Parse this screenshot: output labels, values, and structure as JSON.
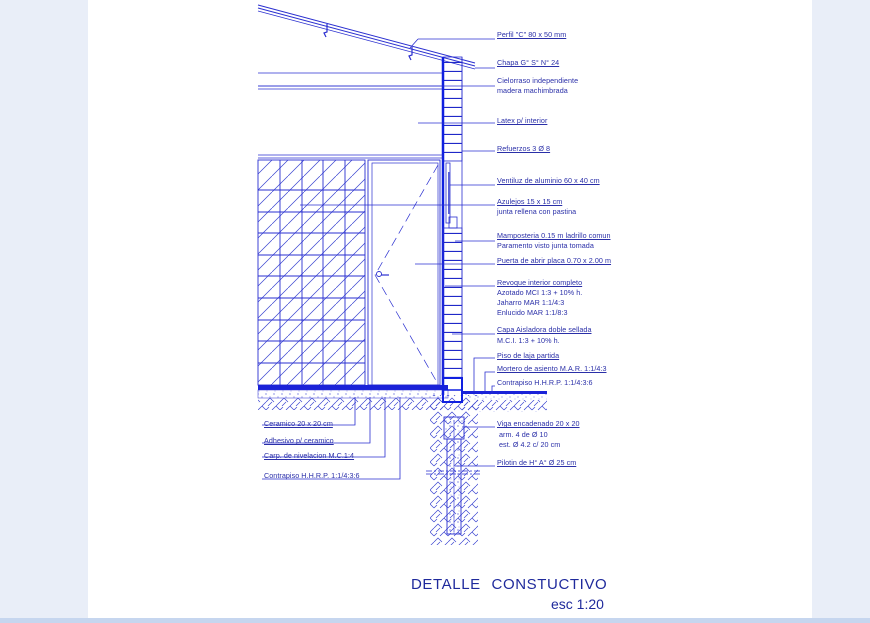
{
  "drawing": {
    "title": "DETALLE   CONSTUCTIVO",
    "scale": "esc 1:20",
    "colors": {
      "line": "#2a2fd0",
      "heavy_line": "#1020e0",
      "text": "#2a2fa8",
      "page_bg": "#ffffff",
      "outer_bg": "#e9eef8",
      "bottom_strip": "#c6d6ef"
    },
    "right_labels": [
      {
        "id": "perfil",
        "text": "Perfil \"C\" 80 x 50 mm"
      },
      {
        "id": "chapa",
        "text": "Chapa G° S° N° 24"
      },
      {
        "id": "cielorraso_1",
        "text": "Cielorraso independiente"
      },
      {
        "id": "cielorraso_2",
        "text": "madera machimbrada"
      },
      {
        "id": "latex",
        "text": "Latex p/ interior"
      },
      {
        "id": "refuerzos",
        "text": "Refuerzos 3 Ø 8"
      },
      {
        "id": "ventiluz",
        "text": "Ventiluz de aluminio 60 x 40 cm"
      },
      {
        "id": "azulejos_1",
        "text": "Azulejos 15 x 15 cm"
      },
      {
        "id": "azulejos_2",
        "text": "junta rellena con pastina"
      },
      {
        "id": "mamposteria_1",
        "text": "Mamposteria 0.15 m ladrillo comun"
      },
      {
        "id": "mamposteria_2",
        "text": "Paramento visto junta tomada"
      },
      {
        "id": "puerta",
        "text": "Puerta de abrir placa 0.70 x 2.00 m"
      },
      {
        "id": "revoque_1",
        "text": "Revoque interior completo"
      },
      {
        "id": "revoque_2",
        "text": "Azotado MCI 1:3 + 10% h."
      },
      {
        "id": "revoque_3",
        "text": "Jaharro MAR 1:1/4:3"
      },
      {
        "id": "revoque_4",
        "text": "Enlucido MAR 1:1/8:3"
      },
      {
        "id": "capa_1",
        "text": "Capa Aisladora doble sellada"
      },
      {
        "id": "capa_2",
        "text": "M.C.I. 1:3 + 10% h."
      },
      {
        "id": "piso",
        "text": "Piso de laja partida"
      },
      {
        "id": "mortero",
        "text": "Mortero de asiento M.A.R. 1:1/4:3"
      },
      {
        "id": "contrapiso_ext",
        "text": "Contrapiso H.H.R.P. 1:1/4:3:6"
      },
      {
        "id": "viga_1",
        "text": "Viga encadenado 20 x 20"
      },
      {
        "id": "viga_2",
        "text": "arm. 4  de Ø 10"
      },
      {
        "id": "viga_3",
        "text": "est. Ø 4.2 c/ 20 cm"
      },
      {
        "id": "pilotin",
        "text": "Pilotin de H° A° Ø 25 cm"
      }
    ],
    "left_labels": [
      {
        "id": "ceramico",
        "text": "Ceramico 20 x 20 cm"
      },
      {
        "id": "adhesivo",
        "text": "Adhesivo p/ ceramico"
      },
      {
        "id": "carpeta",
        "text": "Carp. de nivelacion M.C.1:4"
      },
      {
        "id": "contrapiso_int",
        "text": "Contrapiso H.H.R.P. 1:1/4:3:6"
      }
    ]
  }
}
